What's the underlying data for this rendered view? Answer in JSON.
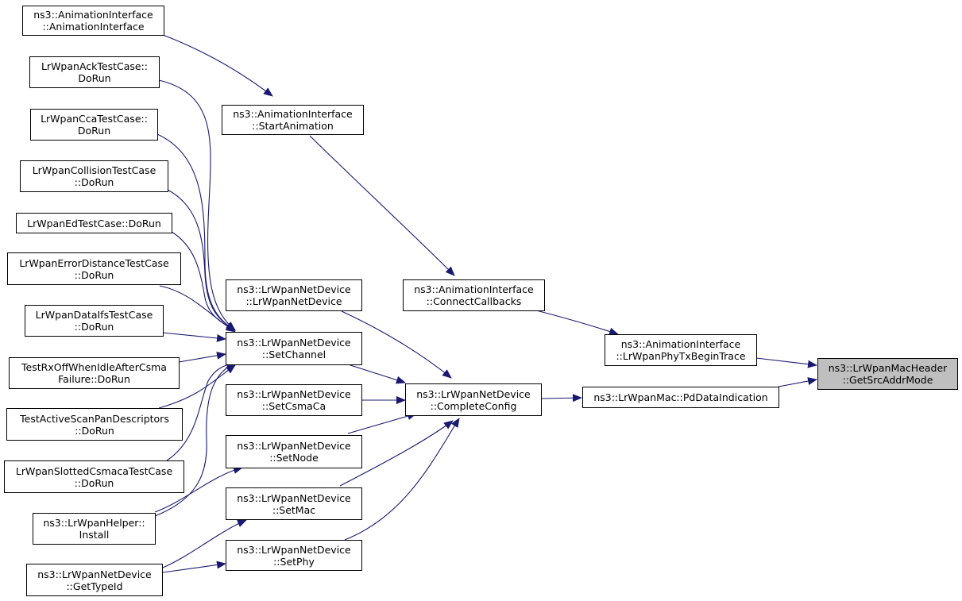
{
  "colors": {
    "edge": "#191970",
    "node_border": "#000000",
    "node_fill": "#ffffff",
    "focus_fill": "#bfbfbf"
  },
  "nodes": {
    "anim_ctor": {
      "line1": "ns3::AnimationInterface",
      "line2": "::AnimationInterface"
    },
    "anim_start": {
      "line1": "ns3::AnimationInterface",
      "line2": "::StartAnimation"
    },
    "anim_connect": {
      "line1": "ns3::AnimationInterface",
      "line2": "::ConnectCallbacks"
    },
    "anim_phytx": {
      "line1": "ns3::AnimationInterface",
      "line2": "::LrWpanPhyTxBeginTrace"
    },
    "ack_test": {
      "line1": "LrWpanAckTestCase::",
      "line2": "DoRun"
    },
    "cca_test": {
      "line1": "LrWpanCcaTestCase::",
      "line2": "DoRun"
    },
    "collision_test": {
      "line1": "LrWpanCollisionTestCase",
      "line2": "::DoRun"
    },
    "ed_test": {
      "line1": "LrWpanEdTestCase::DoRun",
      "line2": ""
    },
    "errdist_test": {
      "line1": "LrWpanErrorDistanceTestCase",
      "line2": "::DoRun"
    },
    "ifs_test": {
      "line1": "LrWpanDataIfsTestCase",
      "line2": "::DoRun"
    },
    "rxoff_test": {
      "line1": "TestRxOffWhenIdleAfterCsma",
      "line2": "Failure::DoRun"
    },
    "activescan_test": {
      "line1": "TestActiveScanPanDescriptors",
      "line2": "::DoRun"
    },
    "slotted_test": {
      "line1": "LrWpanSlottedCsmacaTestCase",
      "line2": "::DoRun"
    },
    "helper_install": {
      "line1": "ns3::LrWpanHelper::",
      "line2": "Install"
    },
    "get_type_id": {
      "line1": "ns3::LrWpanNetDevice",
      "line2": "::GetTypeId"
    },
    "nd_ctor": {
      "line1": "ns3::LrWpanNetDevice",
      "line2": "::LrWpanNetDevice"
    },
    "set_channel": {
      "line1": "ns3::LrWpanNetDevice",
      "line2": "::SetChannel"
    },
    "set_csmaca": {
      "line1": "ns3::LrWpanNetDevice",
      "line2": "::SetCsmaCa"
    },
    "set_node": {
      "line1": "ns3::LrWpanNetDevice",
      "line2": "::SetNode"
    },
    "set_mac": {
      "line1": "ns3::LrWpanNetDevice",
      "line2": "::SetMac"
    },
    "set_phy": {
      "line1": "ns3::LrWpanNetDevice",
      "line2": "::SetPhy"
    },
    "complete_config": {
      "line1": "ns3::LrWpanNetDevice",
      "line2": "::CompleteConfig"
    },
    "pd_data_ind": {
      "line1": "ns3::LrWpanMac::PdDataIndication",
      "line2": ""
    },
    "get_src_addr": {
      "line1": "ns3::LrWpanMacHeader",
      "line2": "::GetSrcAddrMode"
    }
  }
}
